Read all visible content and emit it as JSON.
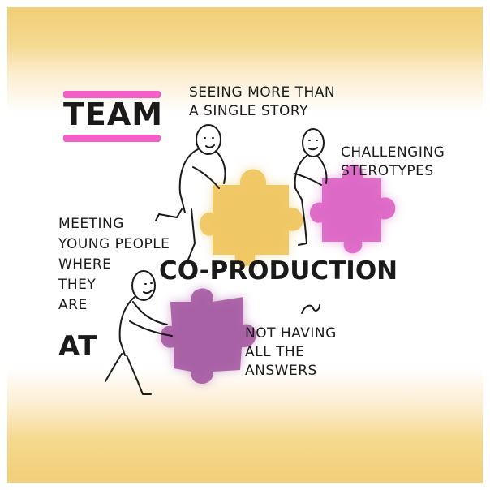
{
  "title": "TEAM",
  "center_title": "CO-PRODUCTION",
  "captions": {
    "seeing_more": [
      "SEEING MORE THAN",
      "A SINGLE STORY"
    ],
    "challenging": [
      "CHALLENGING",
      "STEROTYPES"
    ],
    "meeting": [
      "MEETING",
      "YOUNG PEOPLE",
      "WHERE",
      "THEY",
      "ARE"
    ],
    "meeting_emphasis": "AT",
    "not_having": [
      "NOT HAVING",
      "ALL THE",
      "ANSWERS"
    ]
  },
  "colors": {
    "band": "#f2cf78",
    "highlight": "#f45fc6",
    "puzzle_yellow": "#eec45c",
    "puzzle_pink": "#d95dc1",
    "puzzle_purple": "#a3579f",
    "ink": "#1a1a1a"
  },
  "icons": [
    "puzzle-piece-icon",
    "person-icon",
    "squiggle-icon"
  ]
}
